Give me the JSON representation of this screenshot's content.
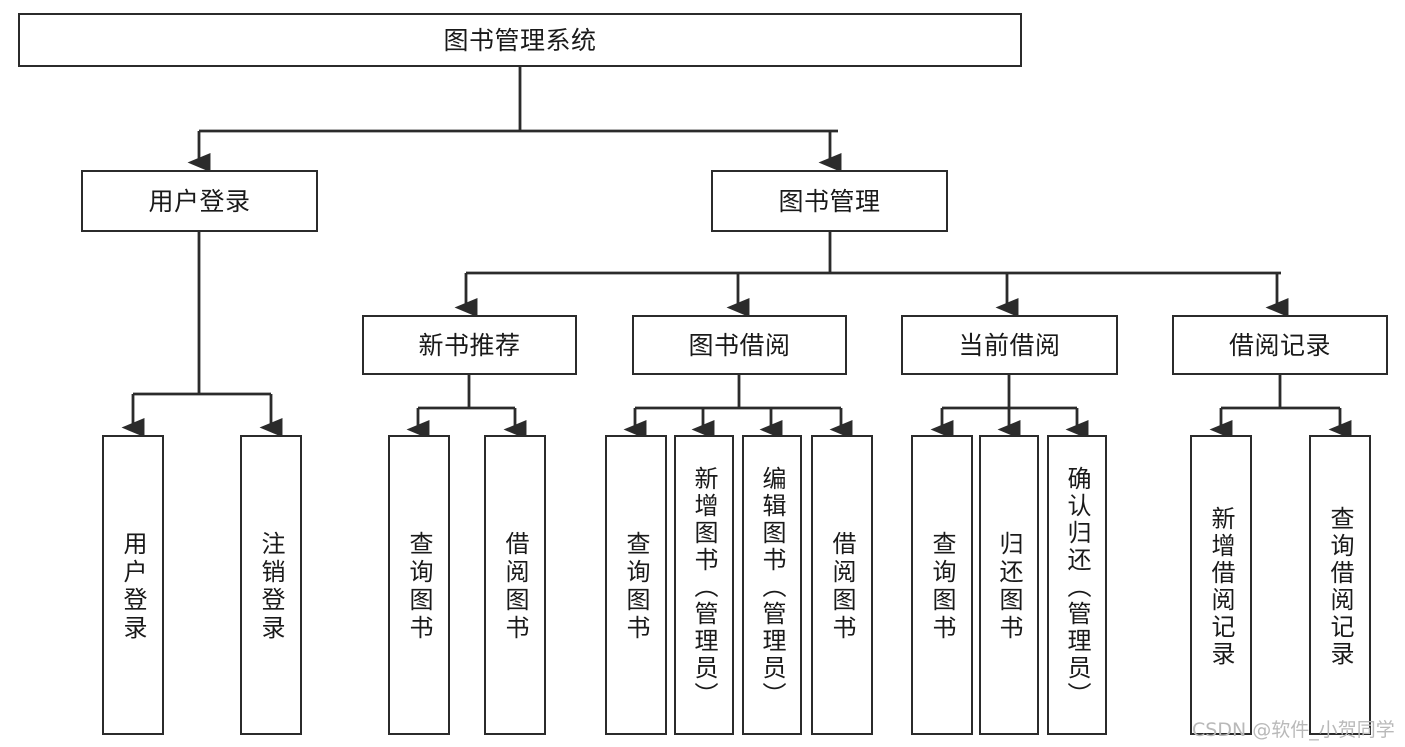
{
  "diagram": {
    "type": "tree-hierarchy-chart",
    "title": "图书管理系统",
    "stroke_color": "#2b2b2b",
    "background_color": "#ffffff",
    "text_color": "#1a1a1a"
  },
  "nodes": {
    "root": {
      "label": "图书管理系统",
      "level": 0
    },
    "level2": [
      {
        "id": "user-login",
        "label": "用户登录"
      },
      {
        "id": "book-management",
        "label": "图书管理"
      }
    ],
    "level3": [
      {
        "id": "new-book-recommend",
        "label": "新书推荐"
      },
      {
        "id": "book-borrow",
        "label": "图书借阅"
      },
      {
        "id": "current-borrow",
        "label": "当前借阅"
      },
      {
        "id": "borrow-record",
        "label": "借阅记录"
      }
    ],
    "leaves": {
      "user_login": [
        {
          "id": "leaf-user-login",
          "label": "用户登录"
        },
        {
          "id": "leaf-logout-login",
          "label": "注销登录"
        }
      ],
      "new_book_recommend": [
        {
          "id": "leaf-query-book-1",
          "label": "查询图书"
        },
        {
          "id": "leaf-borrow-book-1",
          "label": "借阅图书"
        }
      ],
      "book_borrow": [
        {
          "id": "leaf-query-book-2",
          "label": "查询图书"
        },
        {
          "id": "leaf-add-book-admin",
          "label": "新增图书（管理员）"
        },
        {
          "id": "leaf-edit-book-admin",
          "label": "编辑图书（管理员）"
        },
        {
          "id": "leaf-borrow-book-2",
          "label": "借阅图书"
        }
      ],
      "current_borrow": [
        {
          "id": "leaf-query-book-3",
          "label": "查询图书"
        },
        {
          "id": "leaf-return-book",
          "label": "归还图书"
        },
        {
          "id": "leaf-confirm-return-admin",
          "label": "确认归还（管理员）"
        }
      ],
      "borrow_record": [
        {
          "id": "leaf-add-borrow-record",
          "label": "新增借阅记录"
        },
        {
          "id": "leaf-query-borrow-record",
          "label": "查询借阅记录"
        }
      ]
    }
  },
  "watermark": {
    "text": "CSDN @软件_小贺同学"
  }
}
